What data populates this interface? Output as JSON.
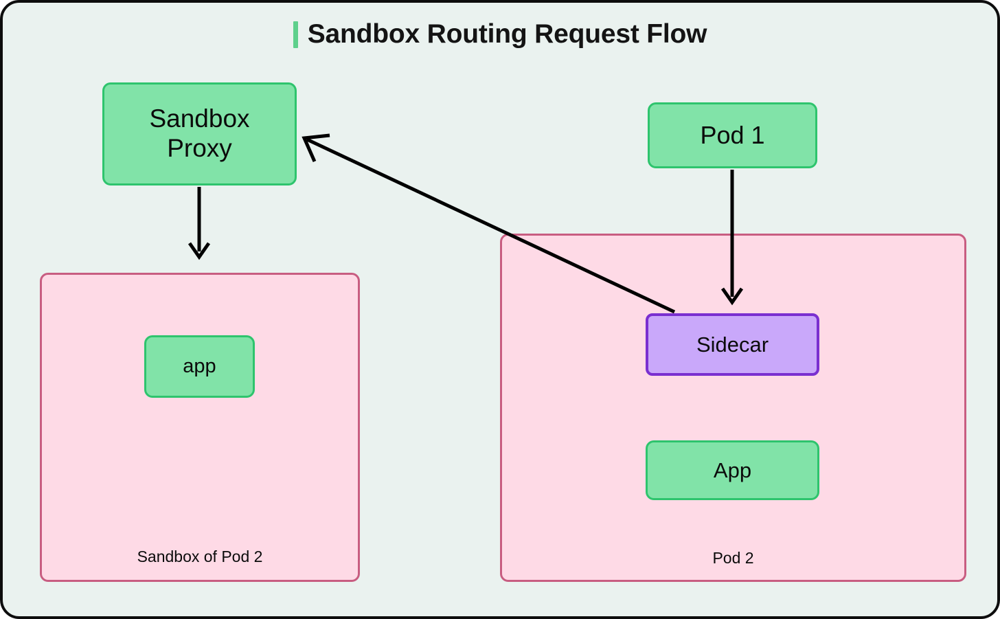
{
  "page": {
    "title": "Sandbox Routing Request Flow",
    "background_color": "#eaf2ef",
    "border_color": "#0d0d0d",
    "accent_color": "#5ed08c"
  },
  "diagram": {
    "type": "flow-diagram",
    "nodes": [
      {
        "id": "sandbox-proxy",
        "label": "Sandbox\nProxy",
        "label_line1": "Sandbox",
        "label_line2": "Proxy",
        "shape": "rounded-rect",
        "fill": "#81e3a8",
        "stroke": "#2ec46d"
      },
      {
        "id": "pod1",
        "label": "Pod 1",
        "shape": "rounded-rect",
        "fill": "#81e3a8",
        "stroke": "#2ec46d"
      },
      {
        "id": "sidecar",
        "label": "Sidecar",
        "shape": "rounded-rect",
        "fill": "#c9a8fa",
        "stroke": "#7a2fd0"
      },
      {
        "id": "app-right",
        "label": "App",
        "shape": "rounded-rect",
        "fill": "#81e3a8",
        "stroke": "#2ec46d"
      },
      {
        "id": "app-left",
        "label": "app",
        "shape": "rounded-rect",
        "fill": "#81e3a8",
        "stroke": "#2ec46d"
      }
    ],
    "groups": [
      {
        "id": "sandbox-of-pod2",
        "label": "Sandbox of Pod 2",
        "fill": "#fedae6",
        "stroke": "#c85d81"
      },
      {
        "id": "pod2",
        "label": "Pod 2",
        "fill": "#fedae6",
        "stroke": "#c85d81"
      }
    ],
    "edges": [
      {
        "id": "proxy-to-sandbox-app",
        "from": "sandbox-proxy",
        "to": "sandbox-of-pod2",
        "direction": "down",
        "arrowhead": "open"
      },
      {
        "id": "pod1-to-sidecar",
        "from": "pod1",
        "to": "sidecar",
        "direction": "down",
        "arrowhead": "open"
      },
      {
        "id": "sidecar-to-proxy",
        "from": "sidecar",
        "to": "sandbox-proxy",
        "direction": "up-left",
        "arrowhead": "open"
      }
    ]
  }
}
